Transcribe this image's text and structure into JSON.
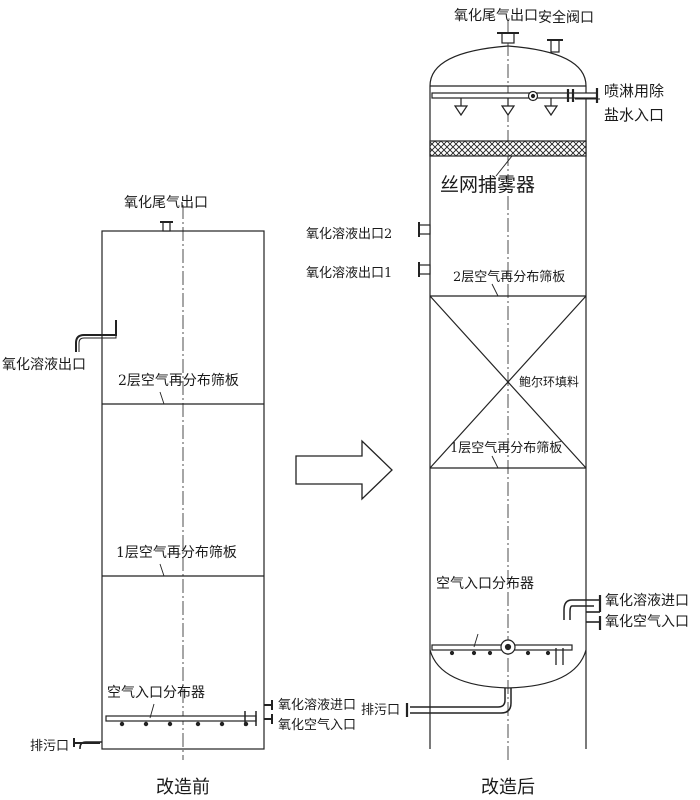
{
  "before": {
    "caption": "改造前",
    "gas_outlet": "氧化尾气出口",
    "solution_outlet": "氧化溶液出口",
    "plate_2": "2层空气再分布筛板",
    "plate_1": "1层空气再分布筛板",
    "air_distributor": "空气入口分布器",
    "solution_inlet": "氧化溶液进口",
    "air_inlet": "氧化空气入口",
    "drain": "排污口"
  },
  "after": {
    "caption": "改造后",
    "gas_outlet": "氧化尾气出口",
    "safety_valve": "安全阀口",
    "spray_inlet_line1": "喷淋用除",
    "spray_inlet_line2": "盐水入口",
    "demister": "丝网捕雾器",
    "solution_outlet_2": "氧化溶液出口2",
    "solution_outlet_1": "氧化溶液出口1",
    "plate_2": "2层空气再分布筛板",
    "packing": "鲍尔环填料",
    "plate_1": "1层空气再分布筛板",
    "air_distributor": "空气入口分布器",
    "solution_inlet": "氧化溶液进口",
    "air_inlet": "氧化空气入口",
    "drain": "排污口"
  }
}
